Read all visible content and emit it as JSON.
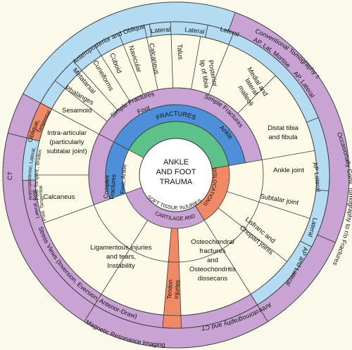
{
  "colors": {
    "background": "#fbfaea",
    "cream": "#fdfbe8",
    "blue_ring": "#b3dcf2",
    "purple_ring": "#c8a3d4",
    "orange": "#f08a66",
    "fractures_green": "#5cc28a",
    "foot_ankle_blue": "#4d8fd8",
    "line": "#3a3a3a"
  },
  "center": {
    "line1": "ANKLE",
    "line2": "AND FOOT",
    "line3": "TRAUMA"
  },
  "inner_ring": {
    "fractures": "FRACTURES",
    "dislocations": "DISLOCATIONS",
    "cartilage_line1": "CARTILAGE AND",
    "cartilage_line2": "SOFT TISSUE INJURIES"
  },
  "fracture_ring": {
    "foot": "Foot",
    "ankle": "Ankle"
  },
  "purple_band": {
    "simple_fractures_foot": "Simple Fractures",
    "simple_fractures_ankle": "Simple Fractures",
    "complex_fractures_line1": "Complex",
    "complex_fractures_line2": "Fractures",
    "foot_ankle": "Foot, Ankle"
  },
  "segments": {
    "sesamoid": "Sesamoid",
    "phalanges": "Phalanges",
    "metatarsal": "Metatarsal",
    "cuneiforms": "Cuneiforms",
    "cuboid": "Cuboid",
    "navicular": "Navicular",
    "calcaneus_top": "Calcaneus",
    "talus": "Talus",
    "posterior_lip_1": "Posterior",
    "posterior_lip_2": "lip of tibia",
    "malleoli_1": "Medial and",
    "malleoli_2": "lateral",
    "malleoli_3": "malleoli",
    "distal_1": "Distal tibia",
    "distal_2": "and fibula",
    "intra_1": "Intra-articular",
    "intra_2": "(particularly",
    "intra_3": "subtalar joint)",
    "calcaneus_left": "Calcaneus",
    "ankle_joint": "Ankle joint",
    "subtalar_joint": "Subtalar joint",
    "lisfranc_1": "Lisfranc and",
    "lisfranc_2": "Chopart joints",
    "ligament_1": "Ligamentous injuries",
    "ligament_2": "and tears,",
    "ligament_3": "Instability",
    "tendon_1": "Tendon",
    "tendon_2": "injuries",
    "osteo_1": "Osteochondral",
    "osteo_2": "fractures",
    "osteo_3": "and",
    "osteo_4": "Osteochondritis",
    "osteo_5": "dissecans"
  },
  "outer_ring": {
    "ap_oblique": "Anteroposterior and Oblique",
    "lateral_1": "Lateral",
    "lateral_2": "Lateral",
    "lateral_ankle": "Lateral",
    "conventional_tomography": "Conventional Tomography ±",
    "ap_lat_mortise": "AP, Lat, Mortise",
    "ap_lateral_1": "AP, Lateral",
    "occasionally": "Occasionally Conv. Tomography to r/o Fractures",
    "ap_lateral_2": "AP Lateral",
    "lateral_sub": "Lateral",
    "ap_and_lateral": "AP and Lateral",
    "arthrotomography": "Arthrotomography and CT",
    "mri": "Magnetic Resonance Imaging",
    "stress_views": "Stress Views (Inversion, Eversion, Anterior-Draw)",
    "ct": "CT",
    "oblique": "Oblique,",
    "tangential": "Tangential",
    "ap_lat_tangent_1": "Anteroposterior, Lateral,",
    "ap_lat_tangent_2": "Post. Tangent., Broden",
    "lateral_axial_1": "Lateral, Axial,",
    "lateral_axial_2": "Post. Tangential"
  }
}
